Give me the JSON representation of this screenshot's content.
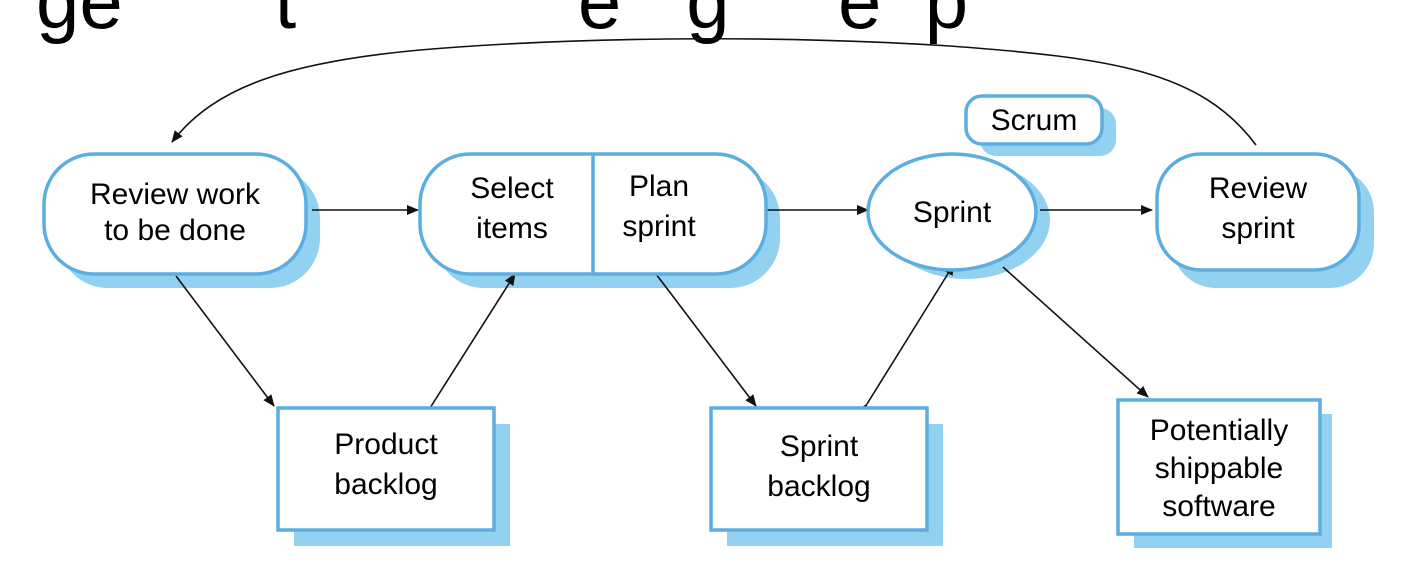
{
  "diagram": {
    "title_fragment": "ge       t             e   g     e  p",
    "nodes": {
      "review_work": [
        "Review work",
        "to be done"
      ],
      "select_items": [
        "Select",
        "items"
      ],
      "plan_sprint": [
        "Plan",
        "sprint"
      ],
      "sprint": [
        "Sprint"
      ],
      "review_sprint": [
        "Review",
        "sprint"
      ],
      "scrum": [
        "Scrum"
      ],
      "product_backlog": [
        "Product",
        "backlog"
      ],
      "sprint_backlog": [
        "Sprint",
        "backlog"
      ],
      "shippable_software": [
        "Potentially",
        "shippable",
        "software"
      ]
    },
    "colors": {
      "node_border": "#5aaee0",
      "node_shadow": "#93d1f1",
      "arrow": "#111111"
    }
  }
}
